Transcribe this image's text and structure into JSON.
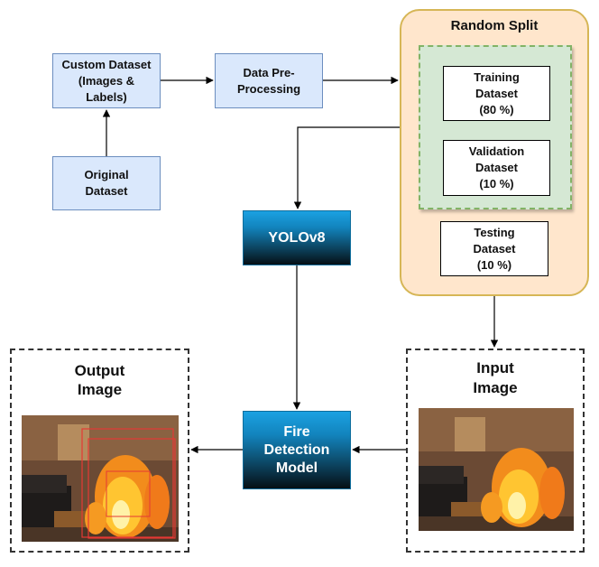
{
  "nodes": {
    "custom_dataset": "Custom Dataset\n(Images &\nLabels)",
    "original_dataset": "Original\nDataset",
    "preprocessing": "Data Pre-\nProcessing",
    "random_split": "Random Split",
    "training": "Training\nDataset\n(80 %)",
    "validation": "Validation\nDataset\n(10 %)",
    "testing": "Testing\nDataset\n(10 %)",
    "yolo": "YOLOv8",
    "fire_model": "Fire\nDetection\nModel",
    "output_image": "Output\nImage",
    "input_image": "Input\nImage"
  },
  "colors": {
    "process_fill": "#dae8fc",
    "split_fill": "#ffe6cc",
    "split_border": "#d6b656",
    "train_val_fill": "#d5e8d4",
    "train_val_border": "#82b366",
    "detection_box": "#e53935"
  }
}
